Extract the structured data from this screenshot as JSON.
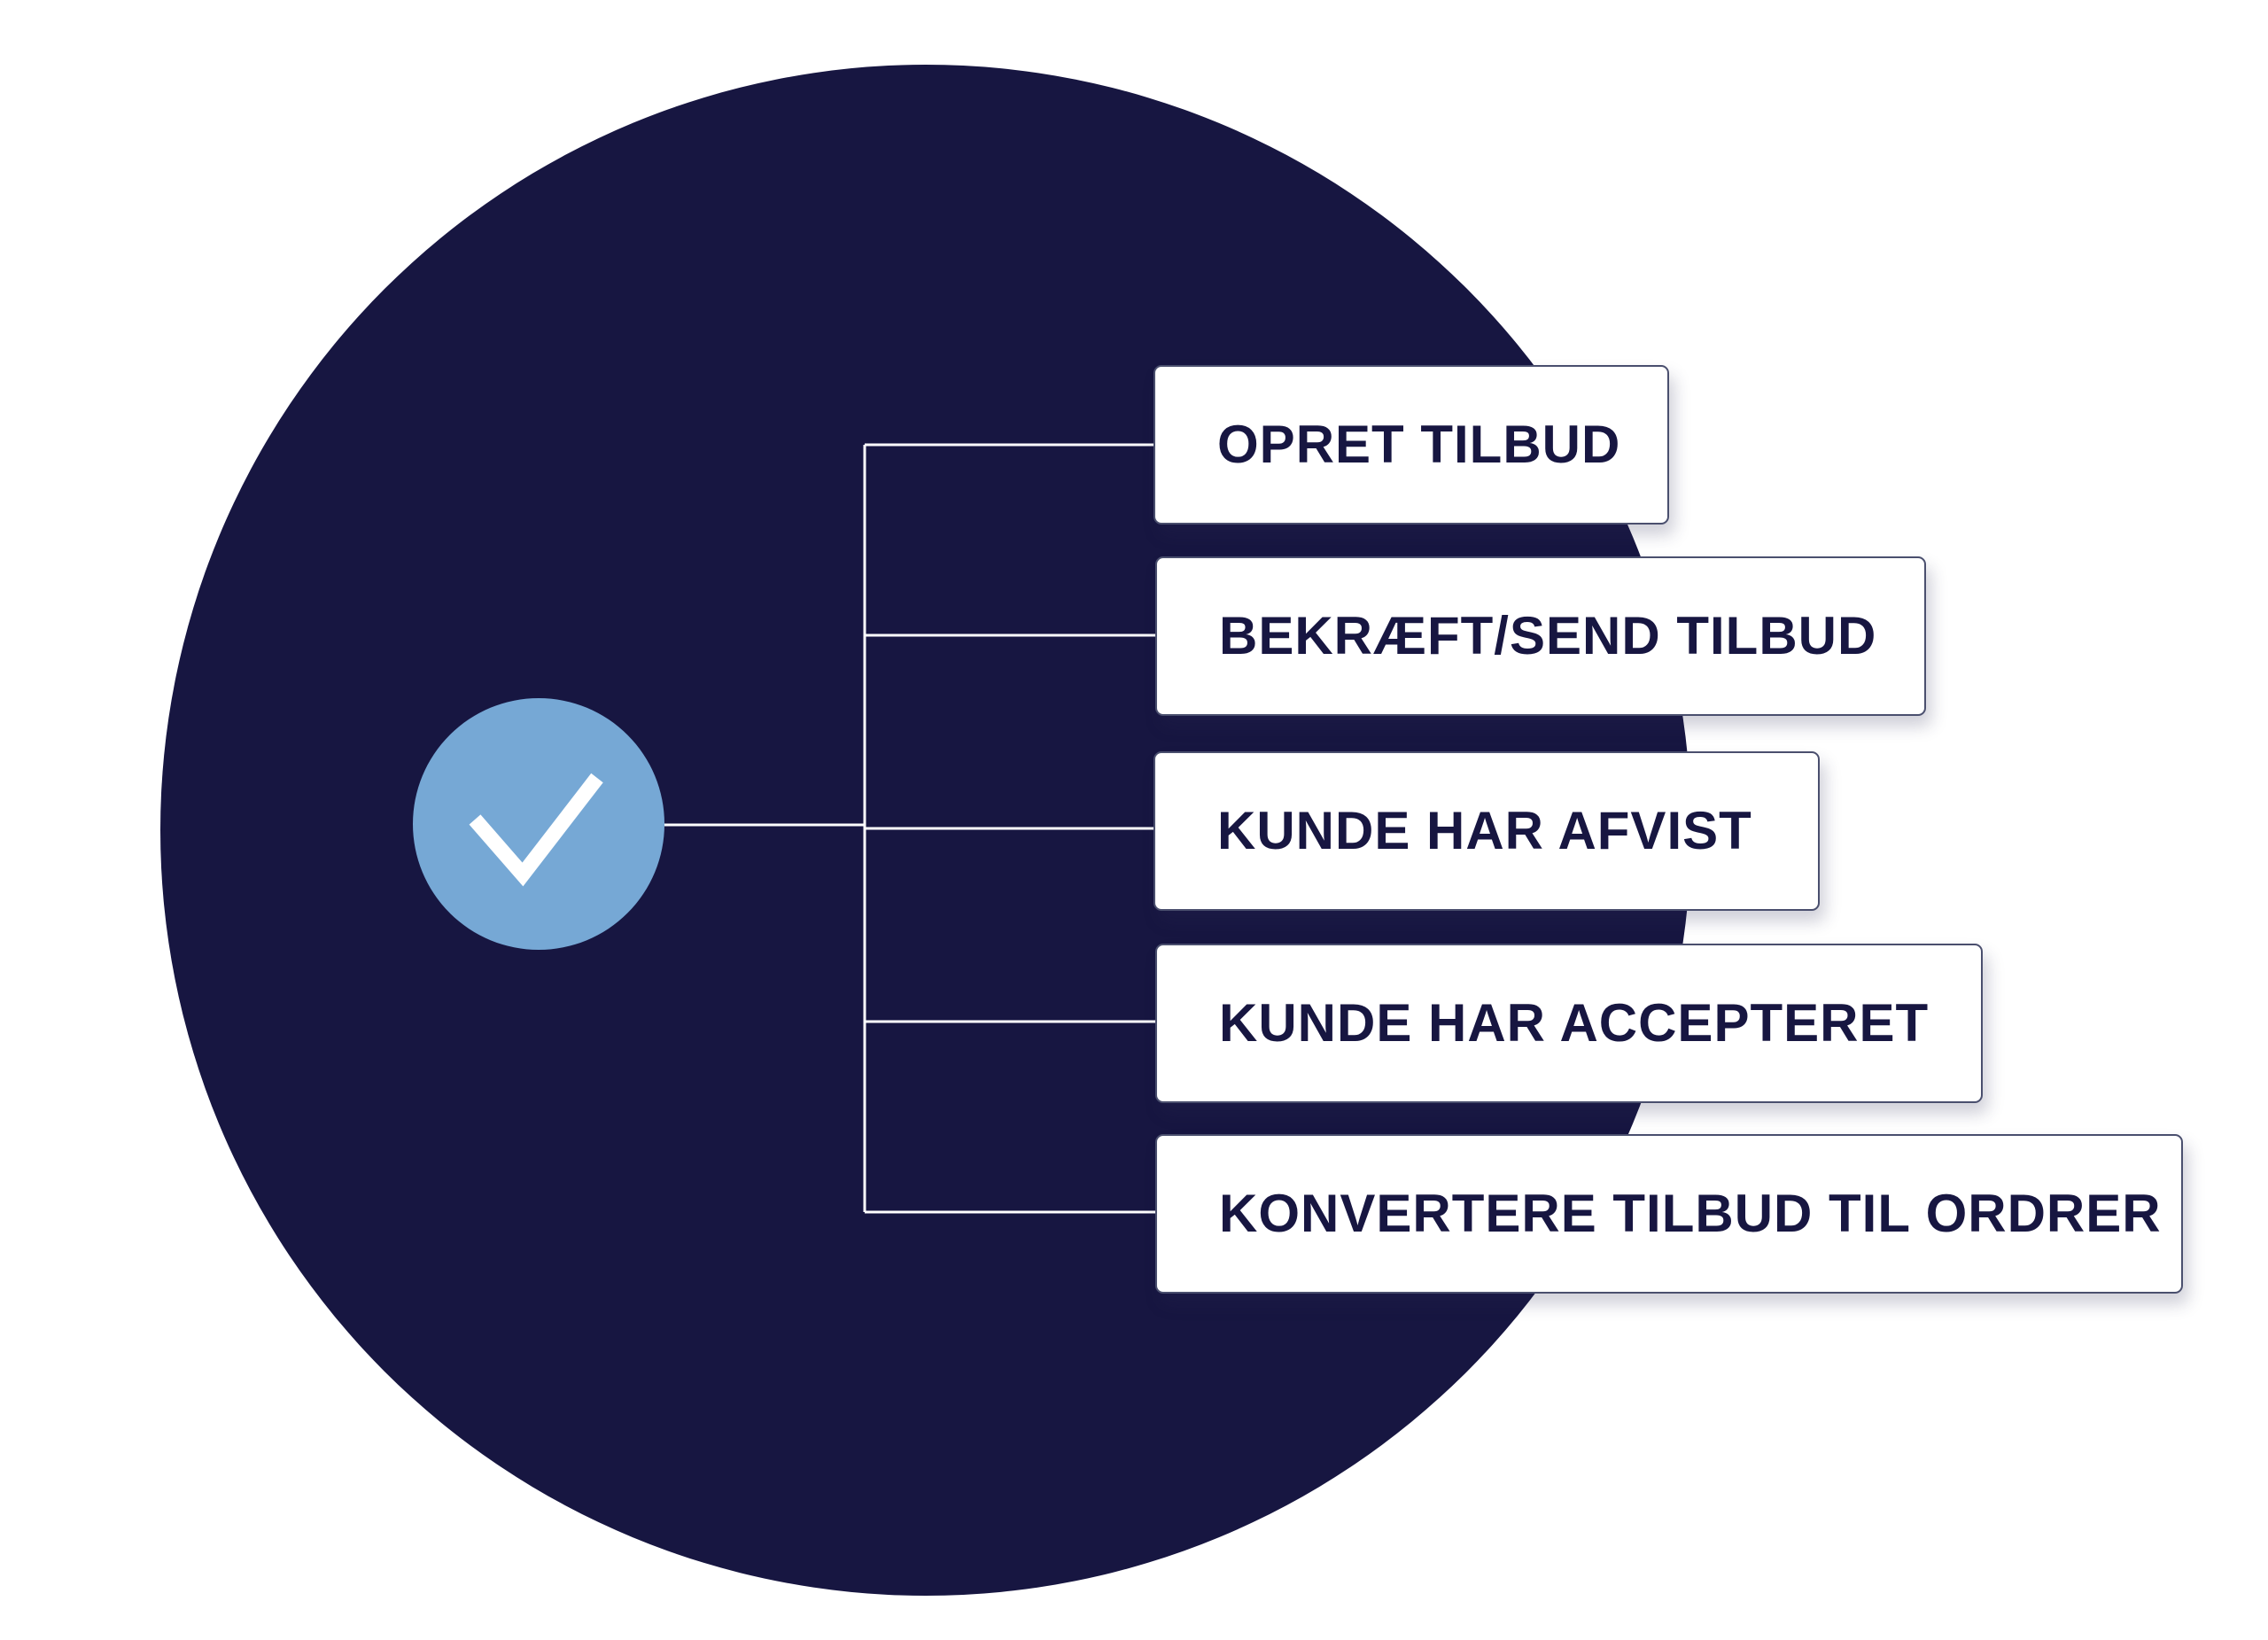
{
  "colors": {
    "background_circle": "#171641",
    "status_circle": "#76a8d5",
    "check_mark": "#ffffff",
    "connector_line": "#ffffff",
    "box_background": "#ffffff",
    "box_border": "#4a4f6e",
    "label_text": "#171641"
  },
  "status": {
    "icon": "check-icon"
  },
  "steps": [
    {
      "label": "OPRET TILBUD"
    },
    {
      "label": "BEKRÆFT/SEND TILBUD"
    },
    {
      "label": "KUNDE HAR AFVIST"
    },
    {
      "label": "KUNDE HAR ACCEPTERET"
    },
    {
      "label": "KONVERTERE TILBUD TIL ORDRER"
    }
  ]
}
